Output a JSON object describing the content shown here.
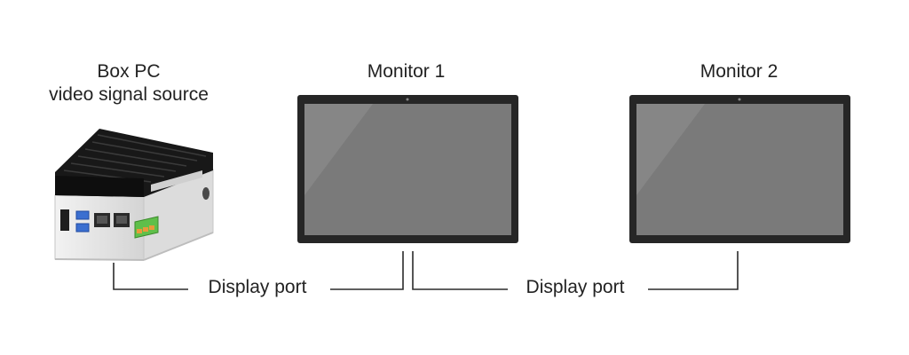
{
  "box_pc": {
    "title": "Box PC",
    "subtitle": "video signal source"
  },
  "monitors": [
    {
      "label": "Monitor 1"
    },
    {
      "label": "Monitor 2"
    }
  ],
  "connections": [
    {
      "label": "Display port"
    },
    {
      "label": "Display port"
    }
  ],
  "colors": {
    "text": "#222222",
    "line": "#2b2b2b",
    "bezel": "#262626",
    "screen": "#7a7a7a",
    "screen_highlight": "#8f8f8f",
    "pc_body": "#e6e6e6",
    "pc_heatsink": "#161616",
    "usb_port": "#3b6fd0",
    "terminal": "#5fbf4a",
    "terminal_accent": "#e89a3a"
  },
  "icons": {
    "box_pc": "box-pc-icon",
    "monitor": "monitor-icon"
  }
}
